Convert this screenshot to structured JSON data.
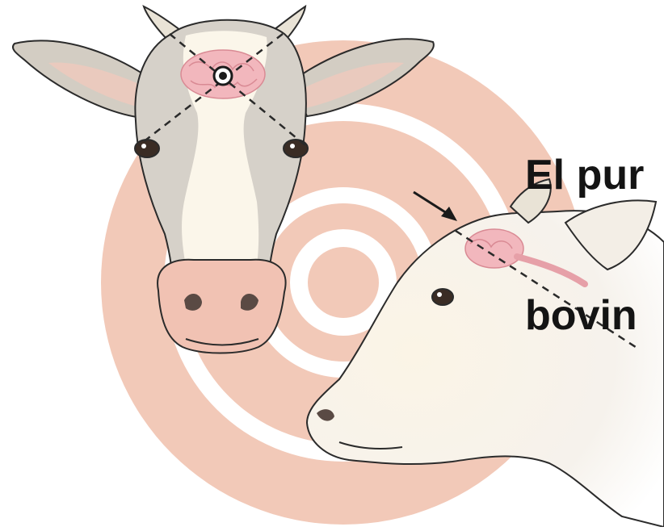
{
  "title": {
    "line1": "El pur",
    "line2": "bovin"
  },
  "colors": {
    "target_ring": "#f2c9b8",
    "background": "#ffffff",
    "brain": "#f2b7bd",
    "cow_hide": "#d8d3cb",
    "cow_white": "#fbf6ea",
    "nose": "#f1c2b3",
    "guide_lines": "#2a2a2a",
    "title_text": "#141414"
  },
  "icons": [
    "target-rings",
    "cow-head-front",
    "cow-head-side",
    "brain",
    "stun-point-marker",
    "arrow"
  ]
}
